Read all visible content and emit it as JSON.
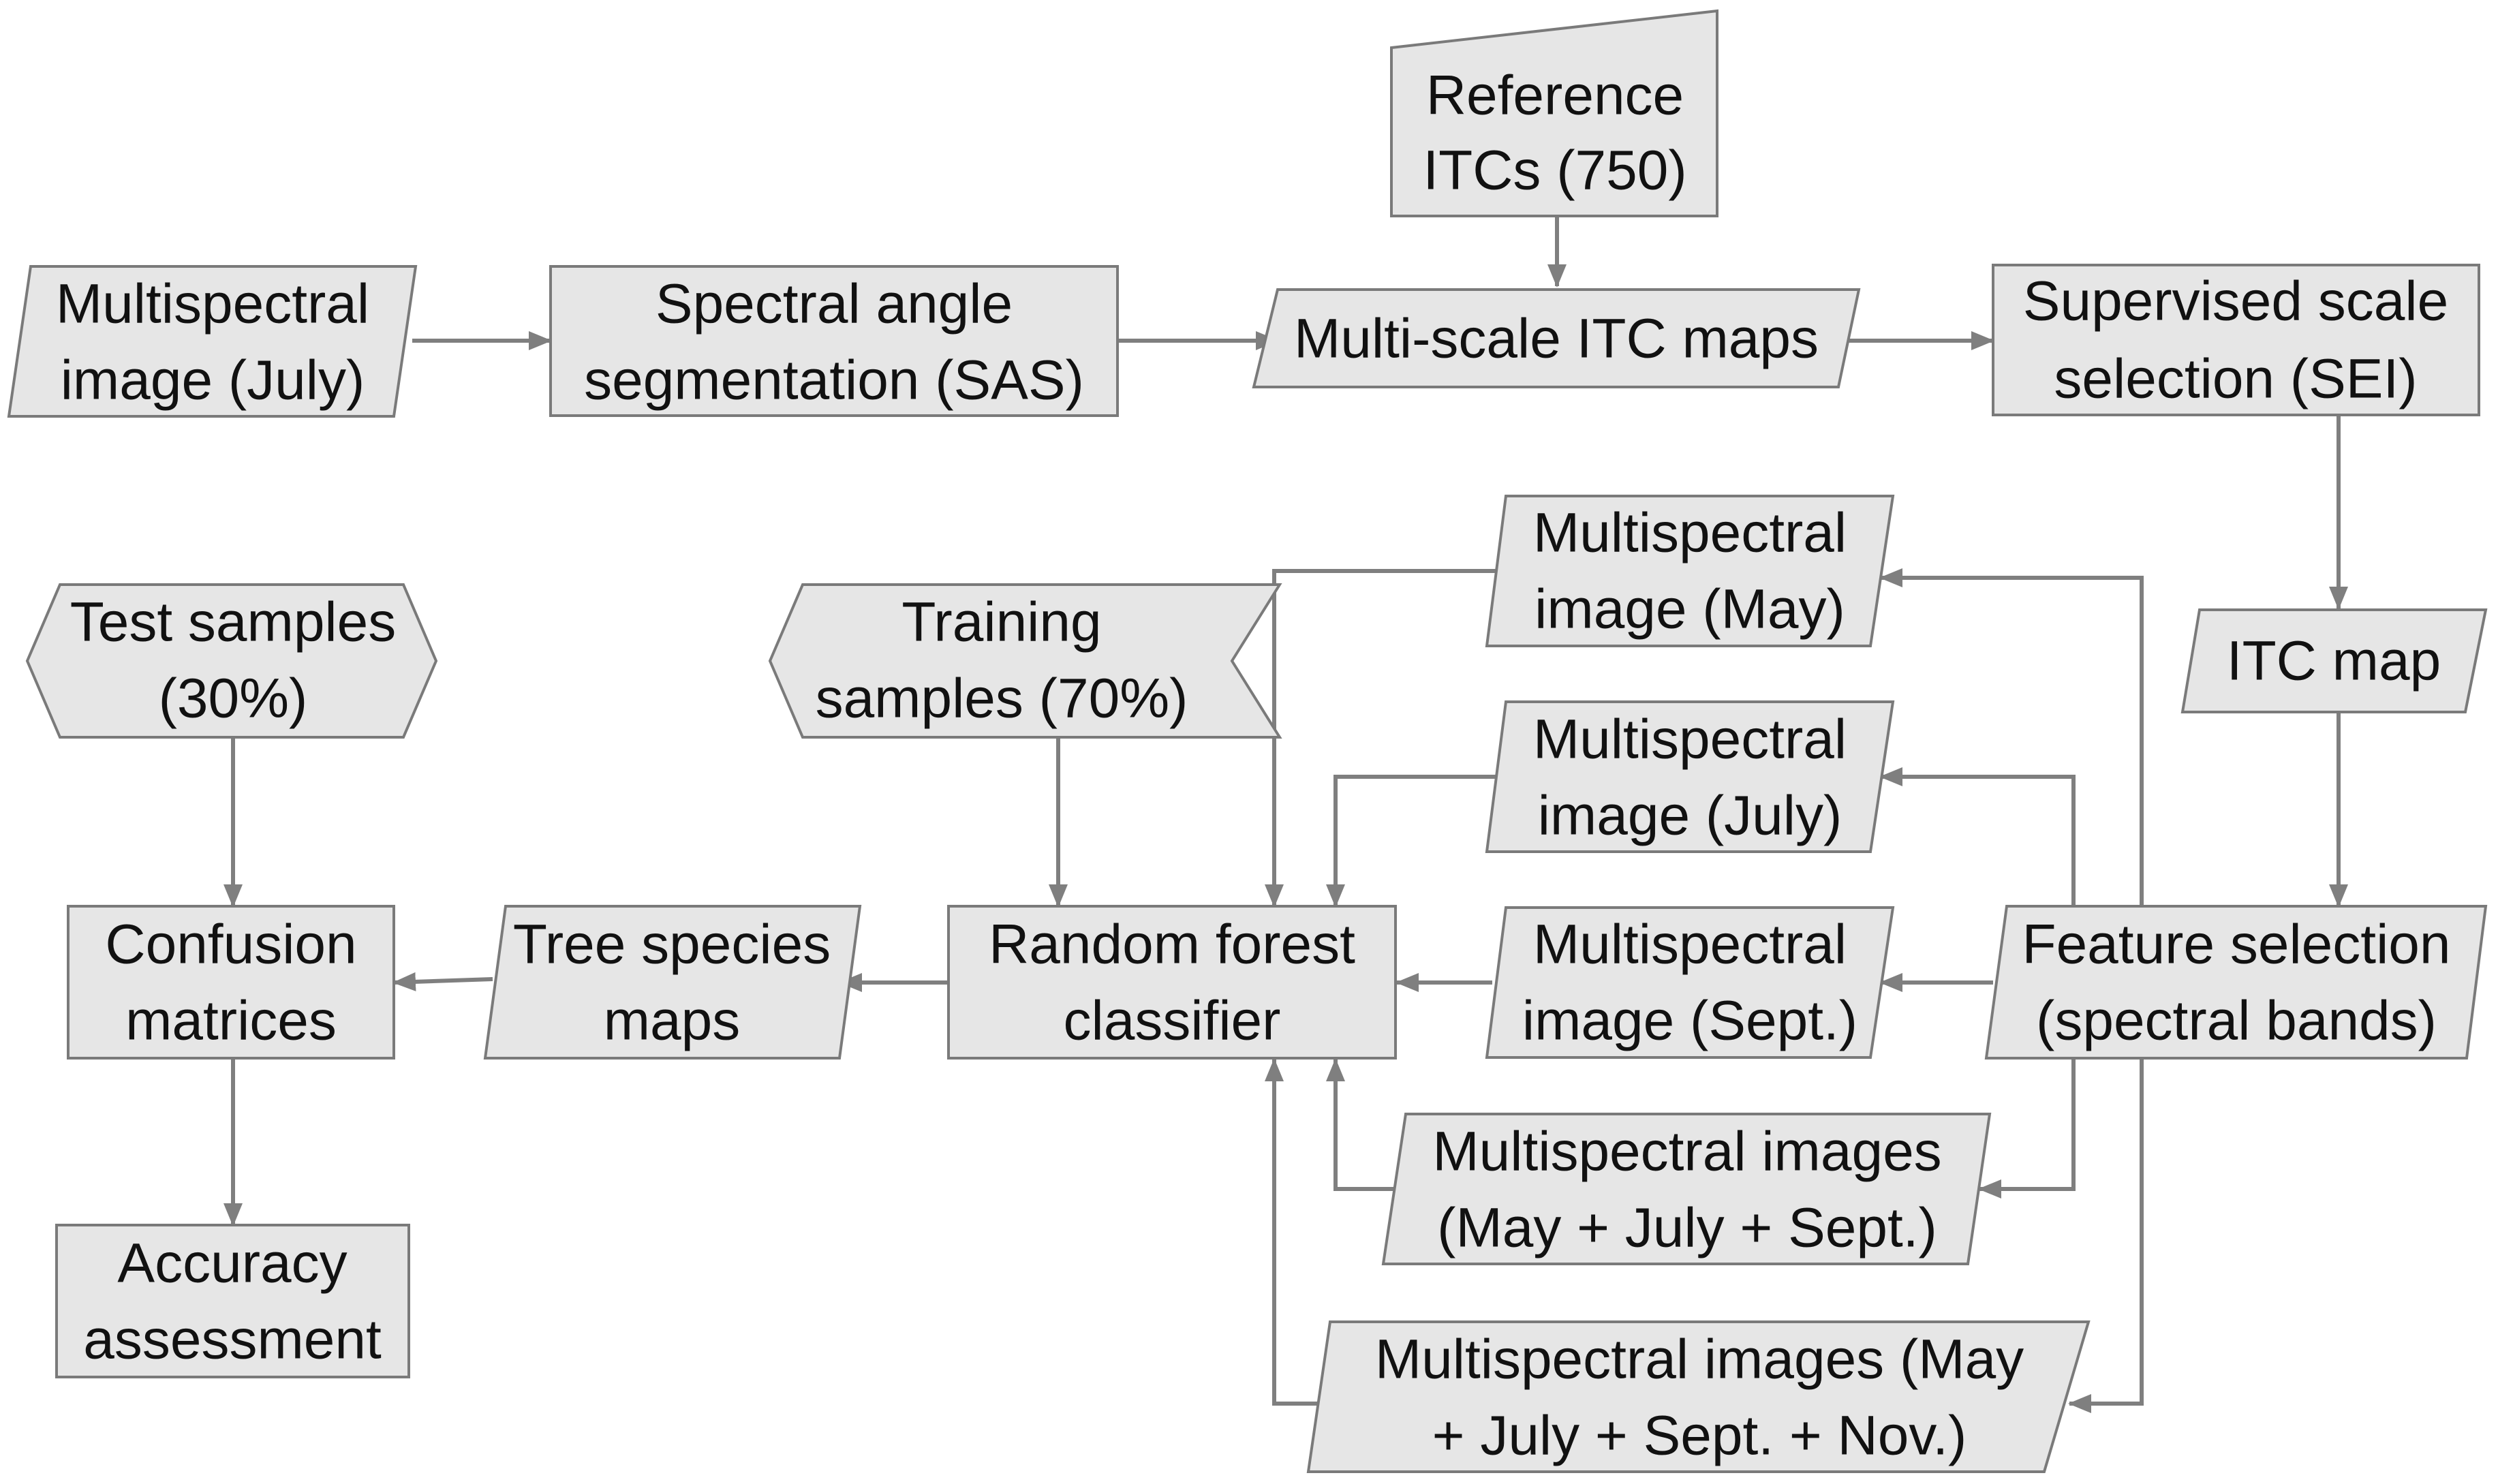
{
  "nodes": {
    "ms_july_input": {
      "lines": [
        "Multispectral",
        "image (July)"
      ]
    },
    "sas": {
      "lines": [
        "Spectral angle",
        "segmentation (SAS)"
      ]
    },
    "reference_itcs": {
      "lines": [
        "Reference",
        "ITCs (750)"
      ]
    },
    "multiscale_maps": {
      "lines": [
        "Multi-scale ITC maps"
      ]
    },
    "sei": {
      "lines": [
        "Supervised scale",
        "selection (SEI)"
      ]
    },
    "itc_map": {
      "lines": [
        "ITC map"
      ]
    },
    "ms_may": {
      "lines": [
        "Multispectral",
        "image (May)"
      ]
    },
    "ms_july": {
      "lines": [
        "Multispectral",
        "image (July)"
      ]
    },
    "ms_sept": {
      "lines": [
        "Multispectral",
        "image (Sept.)"
      ]
    },
    "feature_selection": {
      "lines": [
        "Feature selection",
        "(spectral bands)"
      ]
    },
    "ms_three": {
      "lines": [
        "Multispectral images",
        "(May + July + Sept.)"
      ]
    },
    "ms_four": {
      "lines": [
        "Multispectral images (May",
        "+ July + Sept. + Nov.)"
      ]
    },
    "random_forest": {
      "lines": [
        "Random forest",
        "classifier"
      ]
    },
    "training_samples": {
      "lines": [
        "Training",
        "samples (70%)"
      ]
    },
    "tree_species_maps": {
      "lines": [
        "Tree species",
        "maps"
      ]
    },
    "test_samples": {
      "lines": [
        "Test samples",
        "(30%)"
      ]
    },
    "confusion_matrices": {
      "lines": [
        "Confusion",
        "matrices"
      ]
    },
    "accuracy_assessment": {
      "lines": [
        "Accuracy",
        "assessment"
      ]
    }
  }
}
